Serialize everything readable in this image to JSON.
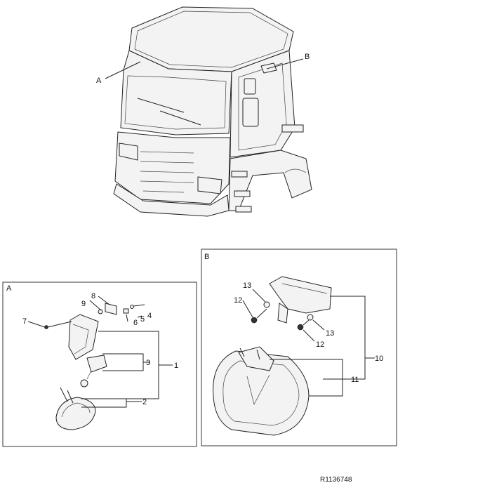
{
  "truck_callouts": {
    "a": "A",
    "b": "B"
  },
  "panel_a": {
    "title": "A",
    "parts": {
      "p1": "1",
      "p2": "2",
      "p3": "3",
      "p4": "4",
      "p5": "5",
      "p6": "6",
      "p7": "7",
      "p8": "8",
      "p9": "9"
    }
  },
  "panel_b": {
    "title": "B",
    "parts": {
      "p10": "10",
      "p11": "11",
      "p12a": "12",
      "p12b": "12",
      "p13a": "13",
      "p13b": "13"
    }
  },
  "reference": "R1136748"
}
